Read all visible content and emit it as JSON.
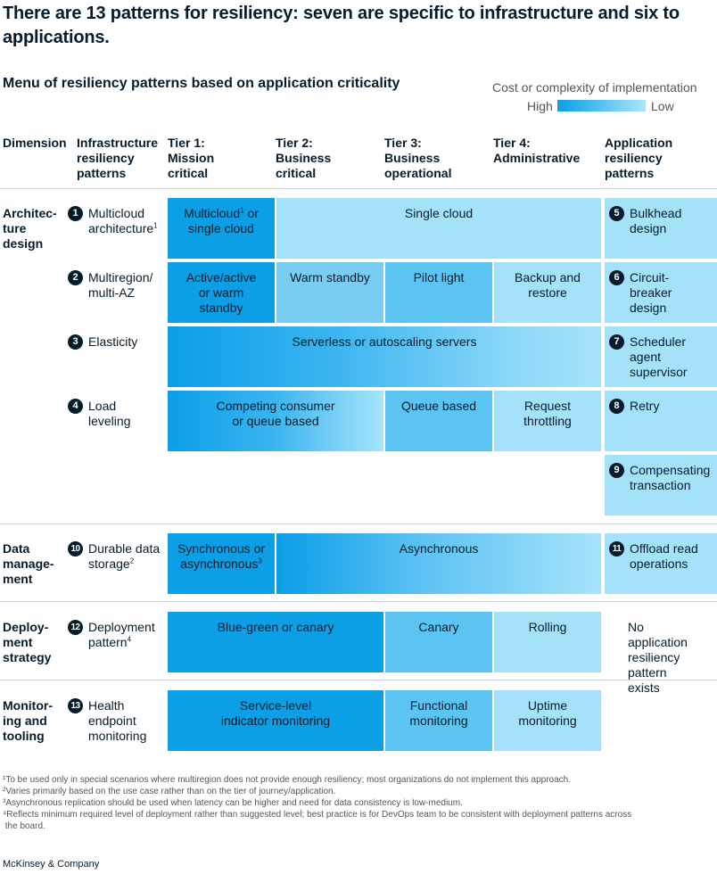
{
  "title": "There are 13 patterns for resiliency: seven are specific to infrastructure and six to applications.",
  "subtitle": "Menu of resiliency patterns based on application criticality",
  "legend": {
    "label": "Cost or complexity of implementation",
    "high": "High",
    "low": "Low",
    "color_high": "#0a9ee8",
    "color_low": "#a9e6fa"
  },
  "headers": {
    "dimension": "Dimension",
    "infra": [
      "Infrastructure",
      "resiliency",
      "patterns"
    ],
    "tier1": [
      "Tier 1:",
      "Mission",
      "critical"
    ],
    "tier2": [
      "Tier 2:",
      "Business",
      "critical"
    ],
    "tier3": [
      "Tier 3:",
      "Business",
      "operational"
    ],
    "tier4": [
      "Tier 4:",
      "Administrative"
    ],
    "app": [
      "Application",
      "resiliency",
      "patterns"
    ]
  },
  "dimensions": {
    "architecture": [
      "Architec-",
      "ture",
      "design"
    ],
    "data": [
      "Data",
      "manage-",
      "ment"
    ],
    "deployment": [
      "Deploy-",
      "ment",
      "strategy"
    ],
    "monitoring": [
      "Monitor-",
      "ing and",
      "tooling"
    ]
  },
  "infra_patterns": {
    "p1": {
      "num": "1",
      "lines": [
        "Multicloud",
        "architecture"
      ],
      "sup": "1"
    },
    "p2": {
      "num": "2",
      "lines": [
        "Multiregion/",
        "multi-AZ"
      ]
    },
    "p3": {
      "num": "3",
      "lines": [
        "Elasticity"
      ]
    },
    "p4": {
      "num": "4",
      "lines": [
        "Load",
        "leveling"
      ]
    },
    "p10": {
      "num": "10",
      "lines": [
        "Durable data",
        "storage"
      ],
      "sup": "2"
    },
    "p12": {
      "num": "12",
      "lines": [
        "Deployment",
        "pattern"
      ],
      "sup": "4"
    },
    "p13": {
      "num": "13",
      "lines": [
        "Health",
        "endpoint",
        "monitoring"
      ]
    }
  },
  "app_patterns": {
    "p5": {
      "num": "5",
      "lines": [
        "Bulkhead",
        "design"
      ]
    },
    "p6": {
      "num": "6",
      "lines": [
        "Circuit-",
        "breaker",
        "design"
      ]
    },
    "p7": {
      "num": "7",
      "lines": [
        "Scheduler",
        "agent",
        "supervisor"
      ]
    },
    "p8": {
      "num": "8",
      "lines": [
        "Retry"
      ]
    },
    "p9": {
      "num": "9",
      "lines": [
        "Compensating",
        "transaction"
      ]
    },
    "p11": {
      "num": "11",
      "lines": [
        "Offload read",
        "operations"
      ]
    },
    "none": [
      "No",
      "application",
      "resiliency",
      "pattern",
      "exists"
    ]
  },
  "cells": {
    "multicloud_a": "Multicloud",
    "multicloud_sup": "1",
    "multicloud_b": " or",
    "multicloud_c": "single cloud",
    "single_cloud": "Single cloud",
    "active": [
      "Active/active",
      "or warm",
      "standby"
    ],
    "warm": "Warm standby",
    "pilot": "Pilot light",
    "backup": [
      "Backup and",
      "restore"
    ],
    "serverless": "Serverless or autoscaling servers",
    "competing": [
      "Competing consumer",
      "or queue based"
    ],
    "queue": "Queue based",
    "request": [
      "Request",
      "throttling"
    ],
    "sync_a": "Synchronous or",
    "sync_b": "asynchronous",
    "sync_sup": "3",
    "async": "Asynchronous",
    "bluegreen": "Blue-green or canary",
    "canary": "Canary",
    "rolling": "Rolling",
    "sli": [
      "Service-level",
      "indicator monitoring"
    ],
    "functional": [
      "Functional",
      "monitoring"
    ],
    "uptime": [
      "Uptime",
      "monitoring"
    ]
  },
  "footnotes": [
    "¹To be used only in special scenarios where multiregion does not provide enough resiliency; most organizations do not implement this approach.",
    "²Varies primarily based on the use case rather than on the tier of journey/application.",
    "³Asynchronous replication should be used when latency can be higher and need for data consistency is low-medium.",
    "⁴Reflects minimum required level of deployment rather than suggested level; best practice is for DevOps team to be consistent with deployment patterns across",
    " the board."
  ],
  "brand": "McKinsey & Company"
}
